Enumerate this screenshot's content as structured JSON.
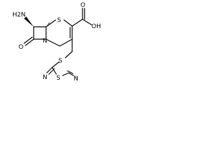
{
  "molecule": {
    "atom_labels": {
      "amino": "H2N",
      "cooh_line1": "O",
      "cooh_line2": "OH",
      "lactam_o": "O",
      "ring_s": "S",
      "lactam_n": "N",
      "linker_s": "S",
      "tdz_s": "S",
      "tdz_n1": "N",
      "tdz_n2": "N"
    },
    "bond_color": "#000000",
    "label_color": "#000000"
  }
}
